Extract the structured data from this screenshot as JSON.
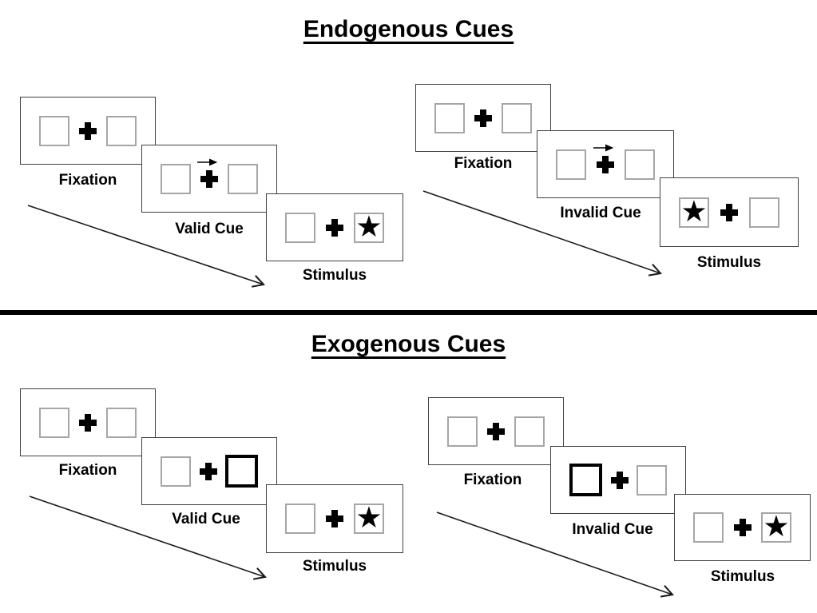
{
  "glyphs": {
    "star": "★"
  },
  "colors": {
    "ink": "#000000",
    "screen_border": "#404040",
    "placeholder_box_border": "#a6a6a6",
    "cue_box_border": "#000000"
  },
  "sections": [
    {
      "id": "endogenous",
      "title": "Endogenous Cues",
      "panels": [
        {
          "id": "valid",
          "cue_type": "central-arrow-right",
          "screens": [
            {
              "label": "Fixation",
              "left_box": "empty",
              "right_box": "empty"
            },
            {
              "label": "Valid Cue",
              "left_box": "empty",
              "right_box": "empty",
              "cue": "arrow-right-above-fixation"
            },
            {
              "label": "Stimulus",
              "left_box": "empty",
              "right_box": "star"
            }
          ]
        },
        {
          "id": "invalid",
          "cue_type": "central-arrow-right",
          "screens": [
            {
              "label": "Fixation",
              "left_box": "empty",
              "right_box": "empty"
            },
            {
              "label": "Invalid Cue",
              "left_box": "empty",
              "right_box": "empty",
              "cue": "arrow-right-above-fixation"
            },
            {
              "label": "Stimulus",
              "left_box": "star",
              "right_box": "empty"
            }
          ]
        }
      ]
    },
    {
      "id": "exogenous",
      "title": "Exogenous Cues",
      "panels": [
        {
          "id": "valid",
          "cue_type": "peripheral-box-highlight",
          "screens": [
            {
              "label": "Fixation",
              "left_box": "empty",
              "right_box": "empty"
            },
            {
              "label": "Valid Cue",
              "left_box": "empty",
              "right_box": "highlighted"
            },
            {
              "label": "Stimulus",
              "left_box": "empty",
              "right_box": "star"
            }
          ]
        },
        {
          "id": "invalid",
          "cue_type": "peripheral-box-highlight",
          "screens": [
            {
              "label": "Fixation",
              "left_box": "empty",
              "right_box": "empty"
            },
            {
              "label": "Invalid Cue",
              "left_box": "highlighted",
              "right_box": "empty"
            },
            {
              "label": "Stimulus",
              "left_box": "empty",
              "right_box": "star"
            }
          ]
        }
      ]
    }
  ]
}
